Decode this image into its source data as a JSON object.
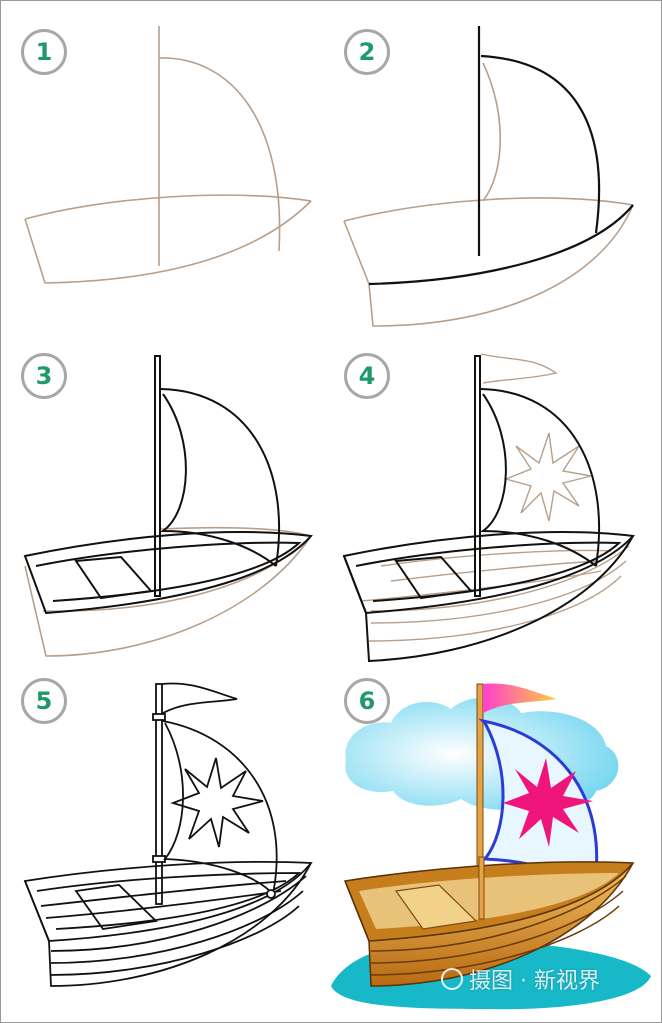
{
  "steps": [
    {
      "number": "1"
    },
    {
      "number": "2"
    },
    {
      "number": "3"
    },
    {
      "number": "4"
    },
    {
      "number": "5"
    },
    {
      "number": "6"
    }
  ],
  "colors": {
    "badge_number": "#1e9a6a",
    "badge_border": "#a7a7a7",
    "guide_line": "#b89f8a",
    "ink": "#111111",
    "hull": "#d9942a",
    "sail": "#e8f7ff",
    "sail_edge": "#2a3bd8",
    "sun": "#f0157a",
    "flag": "#ff44c8",
    "water": "#17b8c8",
    "cloud": "#7fdcf0"
  },
  "watermark": {
    "text": "摄图 · 新视界"
  }
}
